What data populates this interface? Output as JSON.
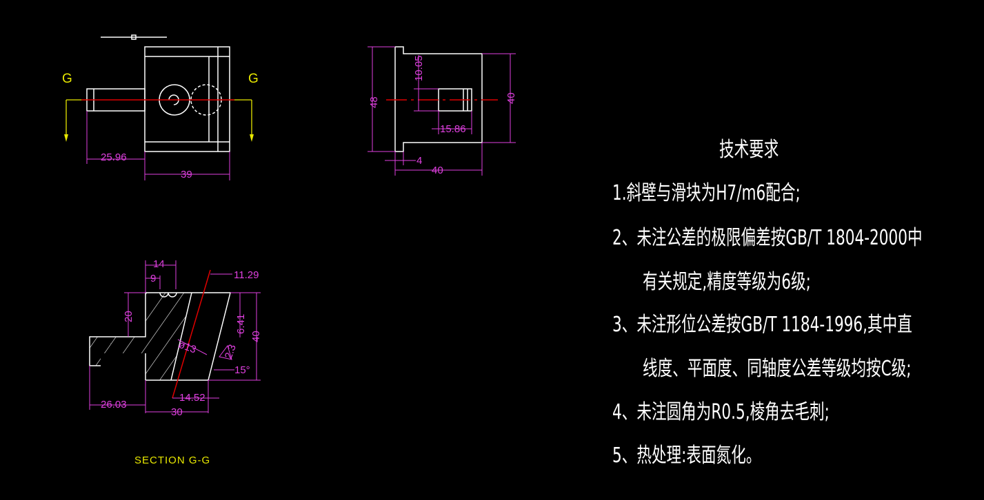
{
  "colors": {
    "background": "#000000",
    "outline": "#ffffff",
    "dimension": "#e040e0",
    "centerline": "#e00000",
    "label": "#e8e800"
  },
  "top_view": {
    "section_mark_left": "G",
    "section_mark_right": "G",
    "dims": {
      "offset": "25.96",
      "width": "39"
    }
  },
  "side_view": {
    "dims": {
      "height_left": "48",
      "slot_height": "10.05",
      "height_right": "40",
      "slot_width": "15.86",
      "flange": "4",
      "width": "40"
    }
  },
  "section_view": {
    "title": "SECTION G-G",
    "dims": {
      "top_14": "14",
      "top_9": "9",
      "top_right": "11.29",
      "left_20": "20",
      "right_641": "6.41",
      "right_40": "40",
      "hole": "ø13",
      "roughness": "2.3",
      "angle": "15°",
      "bottom_1452": "14.52",
      "bottom_2603": "26.03",
      "bottom_30": "30"
    }
  },
  "tech_requirements": {
    "title": "技术要求",
    "lines": [
      "1.斜壁与滑块为H7/m6配合;",
      "2、未注公差的极限偏差按GB/T 1804-2000中",
      "有关规定,精度等级为6级;",
      "3、未注形位公差按GB/T 1184-1996,其中直",
      "线度、平面度、同轴度公差等级均按C级;",
      "4、未注圆角为R0.5,棱角去毛刺;",
      "5、热处理:表面氮化。"
    ]
  }
}
